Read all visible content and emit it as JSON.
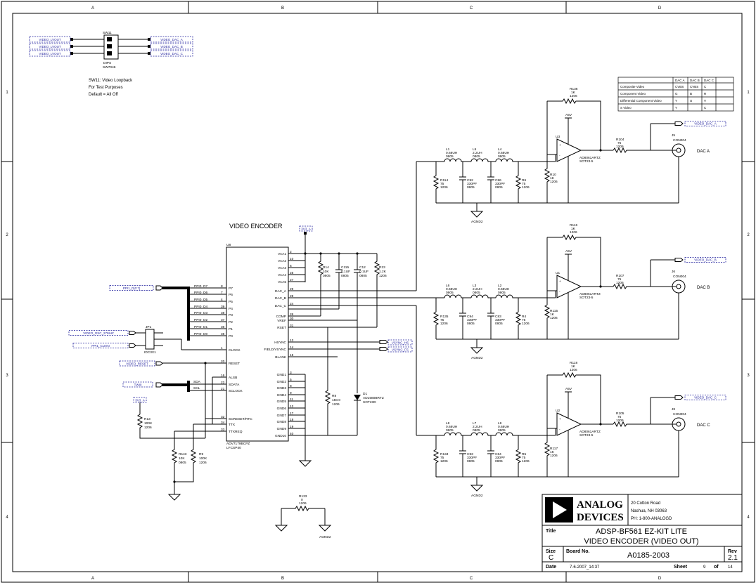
{
  "border": {
    "cols": [
      "A",
      "B",
      "C",
      "D"
    ],
    "rows": [
      "1",
      "2",
      "3",
      "4"
    ]
  },
  "switch": {
    "ref": "SW11",
    "part": "SW7046",
    "part2": "DIPS",
    "nets_left": [
      "VIDEO_LVOUT",
      "VIDEO_LVOUT",
      "VIDEO_LVOUT"
    ],
    "nets_right": [
      "VIDEO_DAC_A",
      "VIDEO_DAC_B",
      "VIDEO_DAC_C"
    ],
    "note": [
      "SW11: Video Loopback",
      "For Test Purposes",
      "Default = All Off"
    ]
  },
  "title_video_encoder": "VIDEO ENCODER",
  "encoder": {
    "ref": "U8",
    "part": [
      "ADV7179BCPZ",
      "LFCSP40"
    ],
    "pwr_net": "3V3_A",
    "left_pins": [
      {
        "num": "8",
        "name": "P7"
      },
      {
        "num": "7",
        "name": "P6"
      },
      {
        "num": "4",
        "name": "P5"
      },
      {
        "num": "39",
        "name": "P4"
      },
      {
        "num": "38",
        "name": "P3"
      },
      {
        "num": "37",
        "name": "P2"
      },
      {
        "num": "36",
        "name": "P1"
      },
      {
        "num": "35",
        "name": "P0"
      },
      {
        "num": "1",
        "name": "CLOCK"
      },
      {
        "num": "20",
        "name": "RESET"
      },
      {
        "num": "16",
        "name": "ALSB"
      },
      {
        "num": "22",
        "name": "SDATA"
      },
      {
        "num": "21",
        "name": "SCLOCK"
      },
      {
        "num": "32",
        "name": "SCRESET/RTC"
      },
      {
        "num": "34",
        "name": "TTX"
      },
      {
        "num": "33",
        "name": "TTXREQ"
      }
    ],
    "right_pins": [
      {
        "num": "2",
        "name": "VAA1"
      },
      {
        "num": "10",
        "name": "VAA2"
      },
      {
        "num": "6",
        "name": "VAA3"
      },
      {
        "num": "25",
        "name": "VAA4"
      },
      {
        "num": "27",
        "name": "VAA5"
      },
      {
        "num": "29",
        "name": "DAC_A"
      },
      {
        "num": "28",
        "name": "DAC_B"
      },
      {
        "num": "24",
        "name": "DAC_C"
      },
      {
        "num": "26",
        "name": "COMP"
      },
      {
        "num": "30",
        "name": "VREF"
      },
      {
        "num": "31",
        "name": "RSET"
      },
      {
        "num": "13",
        "name": "HSYNC"
      },
      {
        "num": "14",
        "name": "FIELD/VSYNC"
      },
      {
        "num": "15",
        "name": "BLANK"
      },
      {
        "num": "3",
        "name": "GND1"
      },
      {
        "num": "5",
        "name": "GND2"
      },
      {
        "num": "8",
        "name": "GND3"
      },
      {
        "num": "9",
        "name": "GND4"
      },
      {
        "num": "11",
        "name": "GND5"
      },
      {
        "num": "12",
        "name": "GND6"
      },
      {
        "num": "17",
        "name": "GND7"
      },
      {
        "num": "18",
        "name": "GND8"
      },
      {
        "num": "19",
        "name": "GND9"
      },
      {
        "num": "40",
        "name": "GND10"
      }
    ],
    "bus_pins": [
      "PPI0_D7",
      "PPI0_D6",
      "PPI0_D5",
      "PPI0_D4",
      "PPI0_D3",
      "PPI0_D2",
      "PPI0_D1",
      "PPI0_D0"
    ],
    "bus_net": "PPI1_D[0:7]",
    "clk_nets": [
      "VIDEO_OSC_27MHZ",
      "PPI1_CLKIN"
    ],
    "jp": {
      "ref": "JP1",
      "part": "IDC3X1"
    },
    "reset_net": "VIDEO_RESET",
    "twi_net": "TWI0",
    "twi_sigs": [
      "SDA",
      "SCL"
    ],
    "sync_nets": [
      "VSYNC_HS",
      "VSYNC_FS"
    ],
    "res_small": [
      {
        "ref": "R13",
        "val": "100K",
        "pkg": "1206"
      },
      {
        "ref": "R143",
        "val": "10K",
        "pkg": "0805"
      },
      {
        "ref": "R9",
        "val": "100K",
        "pkg": "1206"
      }
    ],
    "net_3v3": "3V3_A"
  },
  "decoupling": [
    {
      "ref": "R14",
      "val": "10K",
      "pkg": "0805"
    },
    {
      "ref": "C115",
      "val": "0.1UF",
      "pkg": "0805"
    },
    {
      "ref": "C12",
      "val": "0.1UF",
      "pkg": "0805"
    },
    {
      "ref": "R23",
      "val": "1.2K",
      "pkg": "1206"
    }
  ],
  "vref_parts": [
    {
      "ref": "R8",
      "val": "150.0",
      "pkg": "1206"
    },
    {
      "ref": "D1",
      "val": "AD1580BRTZ",
      "pkg": "SOT23D"
    }
  ],
  "ch": [
    {
      "label": "DAC A",
      "net": "VIDEO_DAC_A",
      "rin": {
        "ref": "R114",
        "val": "75",
        "pkg": "1206"
      },
      "l1": {
        "ref": "L1",
        "val": "0.68UH",
        "pkg": "0805"
      },
      "l2": {
        "ref": "L5",
        "val": "2.2UH",
        "pkg": "0805"
      },
      "l3": {
        "ref": "L4",
        "val": "0.68UH",
        "pkg": "0805"
      },
      "c1": {
        "ref": "C92",
        "val": "330PF",
        "pkg": "0805"
      },
      "c2": {
        "ref": "C86",
        "val": "330PF",
        "pkg": "0805"
      },
      "rl": {
        "ref": "R6",
        "val": "75",
        "pkg": "1206"
      },
      "rf": {
        "ref": "R136",
        "val": "1K",
        "pkg": "1206"
      },
      "rg": {
        "ref": "R10",
        "val": "1K",
        "pkg": "1206"
      },
      "amp": {
        "ref": "U3",
        "part": "AD8061ARTZ",
        "pkg": "SOT23-5"
      },
      "rout": {
        "ref": "R104",
        "val": "75",
        "pkg": "1206"
      },
      "conn": {
        "ref": "J5",
        "part": "CON004"
      },
      "gnd": "AGND2",
      "pwr": "A5V"
    },
    {
      "label": "DAC B",
      "net": "VIDEO_DAC_B",
      "rin": {
        "ref": "R135",
        "val": "75",
        "pkg": "1206"
      },
      "l1": {
        "ref": "L6",
        "val": "0.68UH",
        "pkg": "0805"
      },
      "l2": {
        "ref": "L3",
        "val": "2.2UH",
        "pkg": "0805"
      },
      "l3": {
        "ref": "L2",
        "val": "0.68UH",
        "pkg": "0805"
      },
      "c1": {
        "ref": "C94",
        "val": "330PF",
        "pkg": "0805"
      },
      "c2": {
        "ref": "C83",
        "val": "330PF",
        "pkg": "0805"
      },
      "rl": {
        "ref": "R4",
        "val": "75",
        "pkg": "1206"
      },
      "rf": {
        "ref": "R116",
        "val": "1K",
        "pkg": "1206"
      },
      "rg": {
        "ref": "R115",
        "val": "1K",
        "pkg": "1206"
      },
      "amp": {
        "ref": "U1",
        "part": "AD8061ARTZ",
        "pkg": "SOT23-5"
      },
      "rout": {
        "ref": "R107",
        "val": "75",
        "pkg": "1206"
      },
      "conn": {
        "ref": "J6",
        "part": "CON004"
      },
      "gnd": "AGND2",
      "pwr": "A5V"
    },
    {
      "label": "DAC C",
      "net": "VIDEO_DAC_C",
      "rin": {
        "ref": "R134",
        "val": "75",
        "pkg": "1206"
      },
      "l1": {
        "ref": "L8",
        "val": "0.68UH",
        "pkg": "0805"
      },
      "l2": {
        "ref": "L7",
        "val": "2.2UH",
        "pkg": "0805"
      },
      "l3": {
        "ref": "L9",
        "val": "0.68UH",
        "pkg": "0805"
      },
      "c1": {
        "ref": "C93",
        "val": "330PF",
        "pkg": "0805"
      },
      "c2": {
        "ref": "C84",
        "val": "330PF",
        "pkg": "0805"
      },
      "rl": {
        "ref": "R5",
        "val": "75",
        "pkg": "1206"
      },
      "rf": {
        "ref": "R118",
        "val": "1K",
        "pkg": "1206"
      },
      "rg": {
        "ref": "R117",
        "val": "1K",
        "pkg": "1206"
      },
      "amp": {
        "ref": "U2",
        "part": "AD8061ARTZ",
        "pkg": "SOT23-5"
      },
      "rout": {
        "ref": "R105",
        "val": "75",
        "pkg": "1206"
      },
      "conn": {
        "ref": "J8",
        "part": "CON004"
      },
      "gnd": "AGND2",
      "pwr": "A5V"
    }
  ],
  "mode_table": {
    "headers": [
      "",
      "DAC A",
      "DAC B",
      "DAC C"
    ],
    "rows": [
      [
        "Composite Video",
        "CVBS",
        "CVBS",
        "C"
      ],
      [
        "Component Video",
        "G",
        "B",
        "R"
      ],
      [
        "Differential Component Video",
        "Y",
        "U",
        "V"
      ],
      [
        "S Video",
        "Y",
        "",
        "C"
      ]
    ]
  },
  "gnd_strap": {
    "ref": "R133",
    "val": "0",
    "pkg": "1206",
    "net": "AGND2"
  },
  "title_block": {
    "company": [
      "ANALOG",
      "DEVICES"
    ],
    "address": [
      "20 Cotton Road",
      "Nashua, NH 03063",
      "PH: 1-800-ANALOGD"
    ],
    "title_label": "Title",
    "title": [
      "ADSP-BF561 EZ-KIT LITE",
      "VIDEO ENCODER (VIDEO OUT)"
    ],
    "size_label": "Size",
    "size": "C",
    "board_label": "Board No.",
    "board": "A0185-2003",
    "rev_label": "Rev",
    "rev": "2.1",
    "date_label": "Date",
    "date": "7-6-2007_14:37",
    "sheet_label": "Sheet",
    "sheet": "9",
    "of_label": "of",
    "sheets": "14"
  }
}
